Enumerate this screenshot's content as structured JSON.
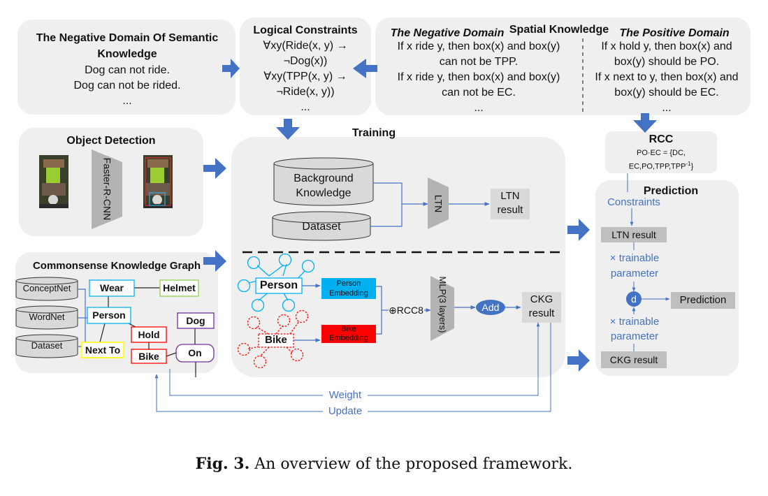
{
  "semantic": {
    "title": "The Negative Domain Of Semantic Knowledge",
    "lines": [
      "Dog can not ride.",
      "Dog can not be rided.",
      "..."
    ]
  },
  "logical": {
    "title": "Logical Constraints",
    "lines": [
      "∀xy(Ride(x, y) →",
      "¬Dog(x))",
      "∀xy(TPP(x, y) →",
      "¬Ride(x, y))",
      "..."
    ]
  },
  "spatial": {
    "title": "Spatial Knowledge",
    "neg_title": "The Negative Domain",
    "pos_title": "The Positive Domain",
    "neg_lines": [
      "If x ride y, then box(x) and box(y)",
      "can not be TPP.",
      "If x ride y, then box(x) and box(y)",
      "can not be EC.",
      "..."
    ],
    "pos_lines": [
      "If x hold y, then box(x) and",
      "box(y) should be PO.",
      "If x next to y, then box(x) and",
      "box(y) should be EC.",
      "..."
    ]
  },
  "object_detection": {
    "title": "Object Detection",
    "model": "Faster-R-CNN"
  },
  "training": {
    "title": "Training",
    "background": "Background Knowledge",
    "dataset": "Dataset",
    "ltn": "LTN",
    "ltn_result": "LTN result",
    "person": "Person",
    "bike": "Bike",
    "person_emb": "Person Embedding",
    "bike_emb": "Bike Embedding",
    "rcc8": "⊕RCC8",
    "mlp": "MLP(3 layers)",
    "add": "Add",
    "ckg_result": "CKG result"
  },
  "ckg": {
    "title": "Commonsense Knowledge Graph",
    "sources": [
      "ConceptNet",
      "WordNet",
      "Dataset"
    ],
    "nodes": {
      "wear": "Wear",
      "helmet": "Helmet",
      "person": "Person",
      "hold": "Hold",
      "dog": "Dog",
      "next_to": "Next To",
      "bike": "Bike",
      "on": "On"
    }
  },
  "rcc": {
    "title": "RCC",
    "line1": "PO·EC = {DC,",
    "line2": "EC,PO,TPP,TPP",
    "sup": "-1",
    "close": "}"
  },
  "prediction": {
    "title": "Prediction",
    "constraints": "Constraints",
    "ltn_result": "LTN result",
    "trainable1": "× trainable",
    "param1": "parameter",
    "d": "d",
    "prediction": "Prediction",
    "trainable2": "× trainable",
    "param2": "parameter",
    "ckg_result": "CKG result"
  },
  "feedback": {
    "weight": "Weight",
    "update": "Update"
  },
  "caption": {
    "label": "Fig. 3.",
    "text": "An overview of the proposed framework."
  },
  "colors": {
    "arrow": "#4472c4",
    "panel": "#efefef",
    "gray_box": "#bfbfbf",
    "cyan": "#00b0f0",
    "red": "#ff0000",
    "green": "#92d050",
    "yellow": "#ffff00",
    "purple": "#7030a0"
  }
}
